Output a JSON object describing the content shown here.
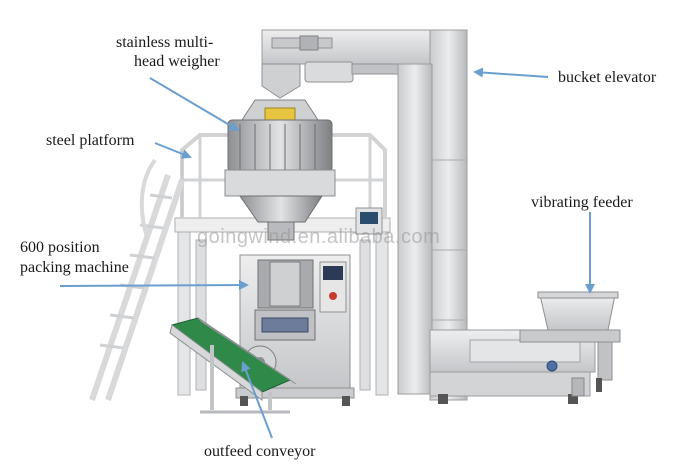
{
  "labels": {
    "weigher_line1": "stainless multi-",
    "weigher_line2": "head weigher",
    "bucket_elevator": "bucket elevator",
    "steel_platform": "steel platform",
    "vibrating_feeder": "vibrating feeder",
    "packing_line1": "600 position",
    "packing_line2": "packing machine",
    "outfeed_conveyor": "outfeed conveyor"
  },
  "watermark": "goingwind.en.alibaba.com",
  "colors": {
    "arrow": "#6a9fd0",
    "steel": "#d9dadc",
    "steel_dark": "#a9abae",
    "conveyor_green": "#2f8a4a",
    "background": "#ffffff"
  }
}
